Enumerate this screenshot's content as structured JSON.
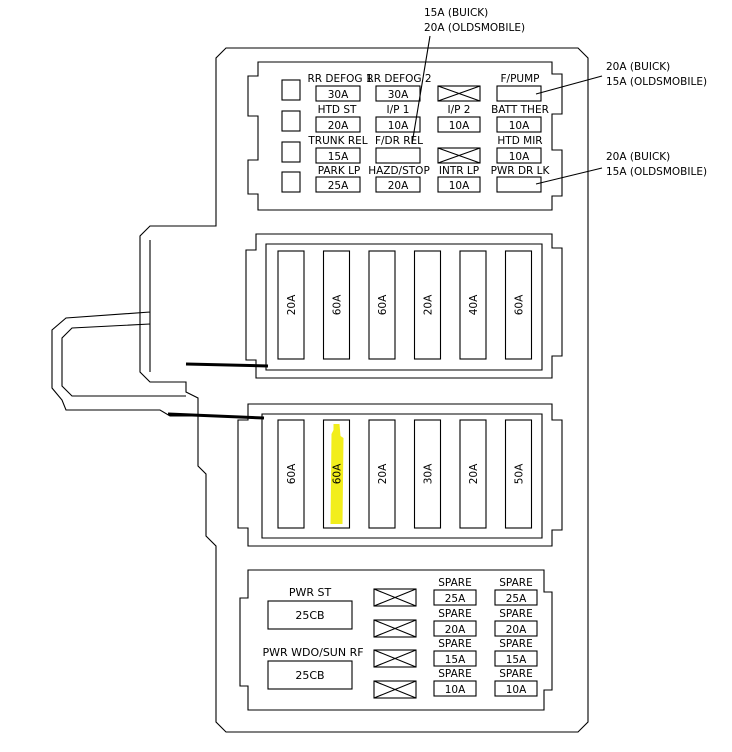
{
  "callouts": {
    "top_buick": "15A (BUICK)",
    "top_olds": "20A (OLDSMOBILE)",
    "fpump_buick": "20A (BUICK)",
    "fpump_olds": "15A (OLDSMOBILE)",
    "pwrdr_buick": "20A (BUICK)",
    "pwrdr_olds": "15A (OLDSMOBILE)"
  },
  "upper_panel": {
    "row1": [
      {
        "label": "RR DEFOG 1",
        "value": "30A"
      },
      {
        "label": "RR DEFOG 2",
        "value": "30A"
      },
      {
        "label": "",
        "value": ""
      },
      {
        "label": "F/PUMP",
        "value": ""
      }
    ],
    "row2": [
      {
        "label": "HTD ST",
        "value": "20A"
      },
      {
        "label": "I/P 1",
        "value": "10A"
      },
      {
        "label": "I/P 2",
        "value": "10A"
      },
      {
        "label": "BATT THER",
        "value": "10A"
      }
    ],
    "row3": [
      {
        "label": "TRUNK REL",
        "value": "15A"
      },
      {
        "label": "F/DR REL",
        "value": ""
      },
      {
        "label": "",
        "value": ""
      },
      {
        "label": "HTD MIR",
        "value": "10A"
      }
    ],
    "row4": [
      {
        "label": "PARK LP",
        "value": "25A"
      },
      {
        "label": "HAZD/STOP",
        "value": "20A"
      },
      {
        "label": "INTR LP",
        "value": "10A"
      },
      {
        "label": "PWR DR LK",
        "value": ""
      }
    ]
  },
  "maxi_row_1": [
    "20A",
    "60A",
    "60A",
    "20A",
    "40A",
    "60A"
  ],
  "maxi_row_2": [
    "60A",
    "60A",
    "20A",
    "30A",
    "20A",
    "50A"
  ],
  "highlight_color": "#f2ee1c",
  "lower_panel": {
    "breakers": [
      {
        "label": "PWR ST",
        "value": "25CB"
      },
      {
        "label": "PWR WDO/SUN RF",
        "value": "25CB"
      }
    ],
    "spares_col1": [
      {
        "label": "SPARE",
        "value": "25A"
      },
      {
        "label": "SPARE",
        "value": "20A"
      },
      {
        "label": "SPARE",
        "value": "15A"
      },
      {
        "label": "SPARE",
        "value": "10A"
      }
    ],
    "spares_col2": [
      {
        "label": "SPARE",
        "value": "25A"
      },
      {
        "label": "SPARE",
        "value": "20A"
      },
      {
        "label": "SPARE",
        "value": "15A"
      },
      {
        "label": "SPARE",
        "value": "10A"
      }
    ]
  }
}
